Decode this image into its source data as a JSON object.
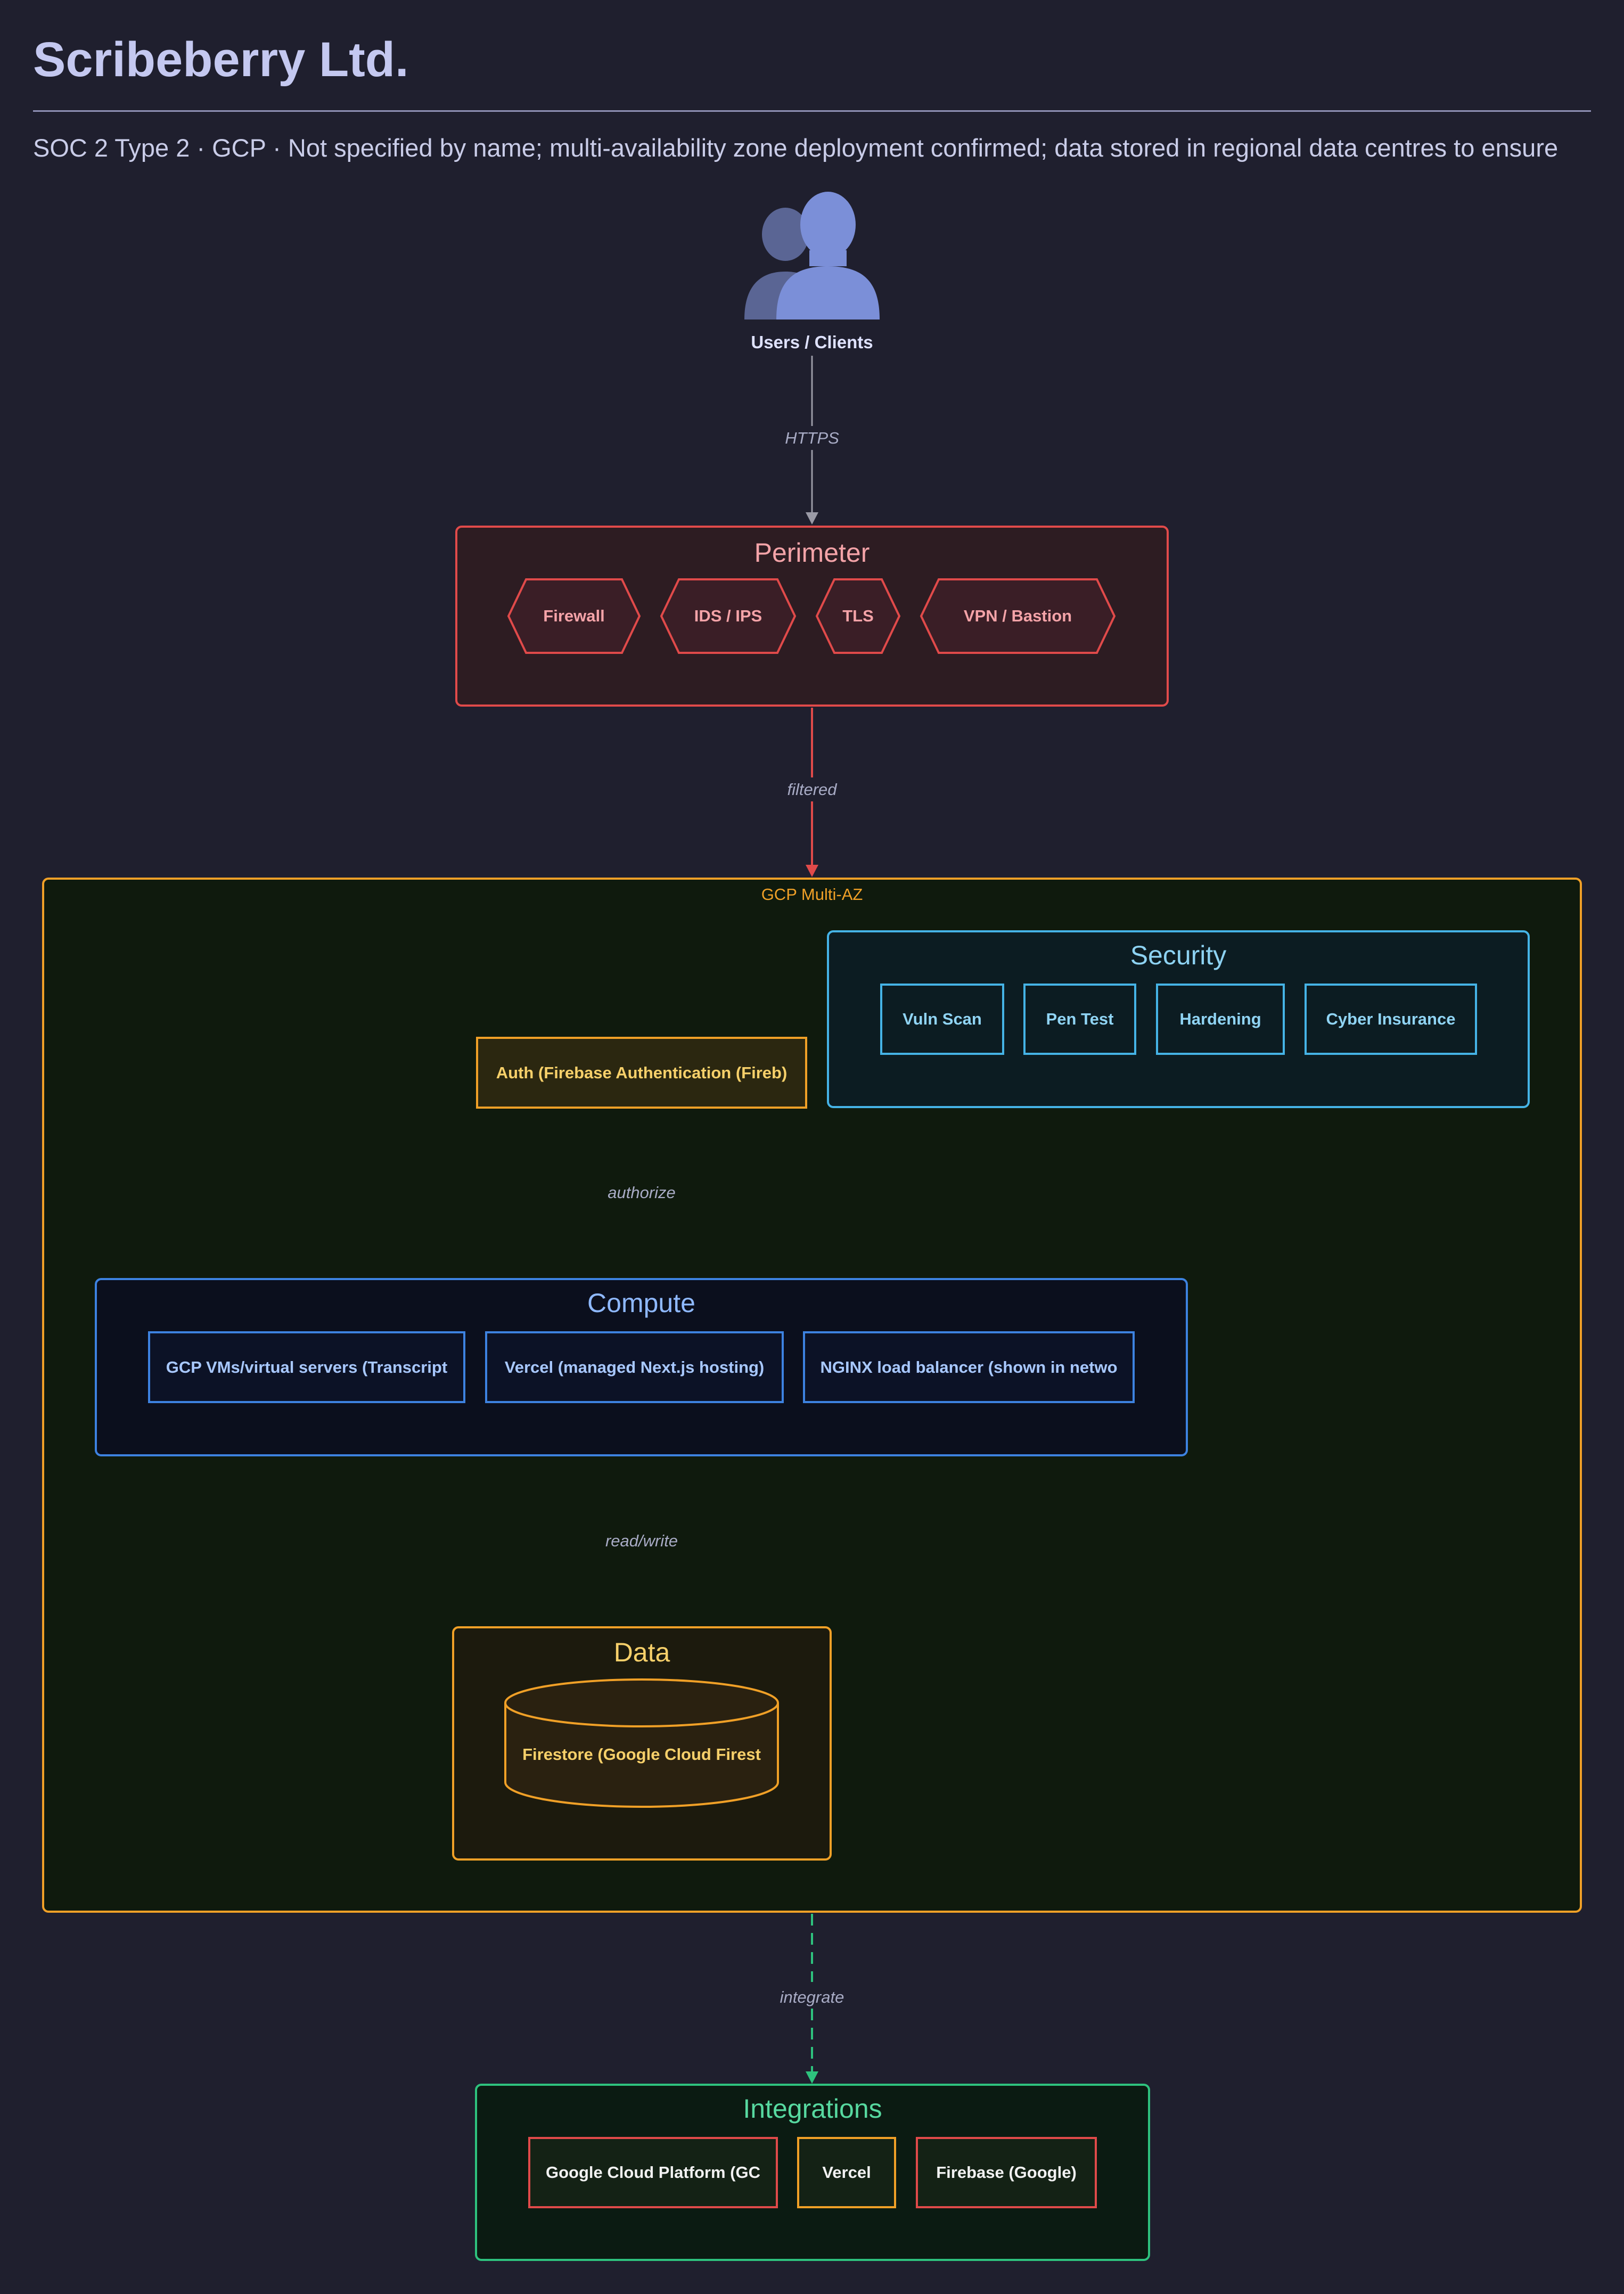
{
  "header": {
    "title": "Scribeberry Ltd.",
    "subtitle": "SOC 2 Type 2 · GCP · Not specified by name; multi-availability zone deployment confirmed; data stored in regional data centres to ensure"
  },
  "users": {
    "label": "Users / Clients",
    "icon": "users-icon"
  },
  "edges": {
    "https": "HTTPS",
    "filtered": "filtered",
    "authorize": "authorize",
    "read_write": "read/write",
    "integrate": "integrate"
  },
  "perimeter": {
    "title": "Perimeter",
    "items": [
      "Firewall",
      "IDS / IPS",
      "TLS",
      "VPN / Bastion"
    ]
  },
  "gcp": {
    "title": "GCP Multi-AZ"
  },
  "security": {
    "title": "Security",
    "items": [
      "Vuln Scan",
      "Pen Test",
      "Hardening",
      "Cyber Insurance"
    ]
  },
  "auth": {
    "label": "Auth (Firebase Authentication (Fireb)"
  },
  "compute": {
    "title": "Compute",
    "items": [
      "GCP VMs/virtual servers (Transcript",
      "Vercel (managed Next.js hosting)",
      "NGINX load balancer (shown in netwo"
    ]
  },
  "data": {
    "title": "Data",
    "store": "Firestore (Google Cloud Firest"
  },
  "integrations": {
    "title": "Integrations",
    "items": [
      "Google Cloud Platform (GC",
      "Vercel",
      "Firebase (Google)"
    ]
  },
  "colors": {
    "background": "#1f1f2e",
    "perimeter": "#e04a4a",
    "gcp": "#f0a027",
    "security": "#45b3e6",
    "compute": "#3d82e0",
    "integrations": "#2ec27e",
    "users": "#7b8fd8"
  }
}
